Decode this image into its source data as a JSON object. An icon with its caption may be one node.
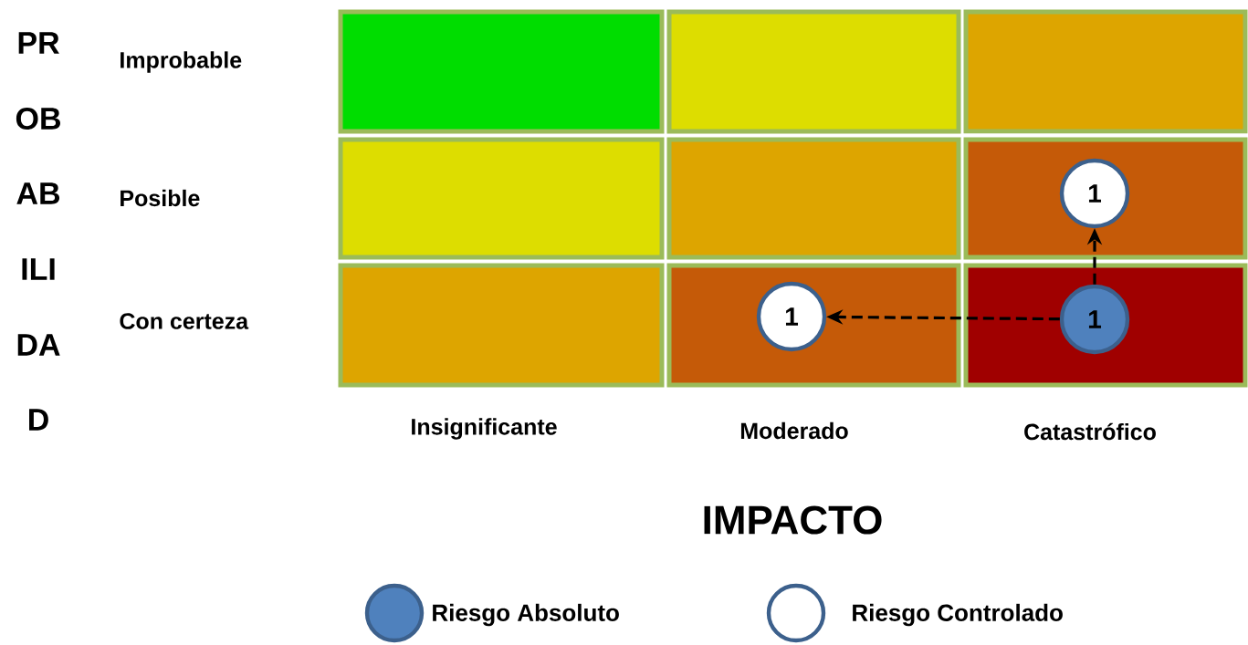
{
  "diagram": {
    "nodes": [
      {
        "text": [
          "1"
        ]
      },
      {
        "text": [
          "1"
        ]
      },
      {
        "text": [
          "1"
        ]
      }
    ],
    "edges": [
      {
        "from": 0,
        "to": 1,
        "arrow": "to",
        "style": "dashed"
      },
      {
        "from": 0,
        "to": 2,
        "arrow": "to",
        "style": "dashed"
      }
    ],
    "labels": [
      "PR",
      "Improbable",
      "OB",
      "AB",
      "Posible",
      "ILI",
      "Con certeza",
      "DA",
      "D",
      "Insignificante",
      "Moderado",
      "Catastrófico",
      "IMPACTO"
    ],
    "legend": [
      {
        "text": "Riesgo Absoluto",
        "color": "#4f81bd"
      },
      {
        "text": "Riesgo Controlado"
      }
    ]
  }
}
